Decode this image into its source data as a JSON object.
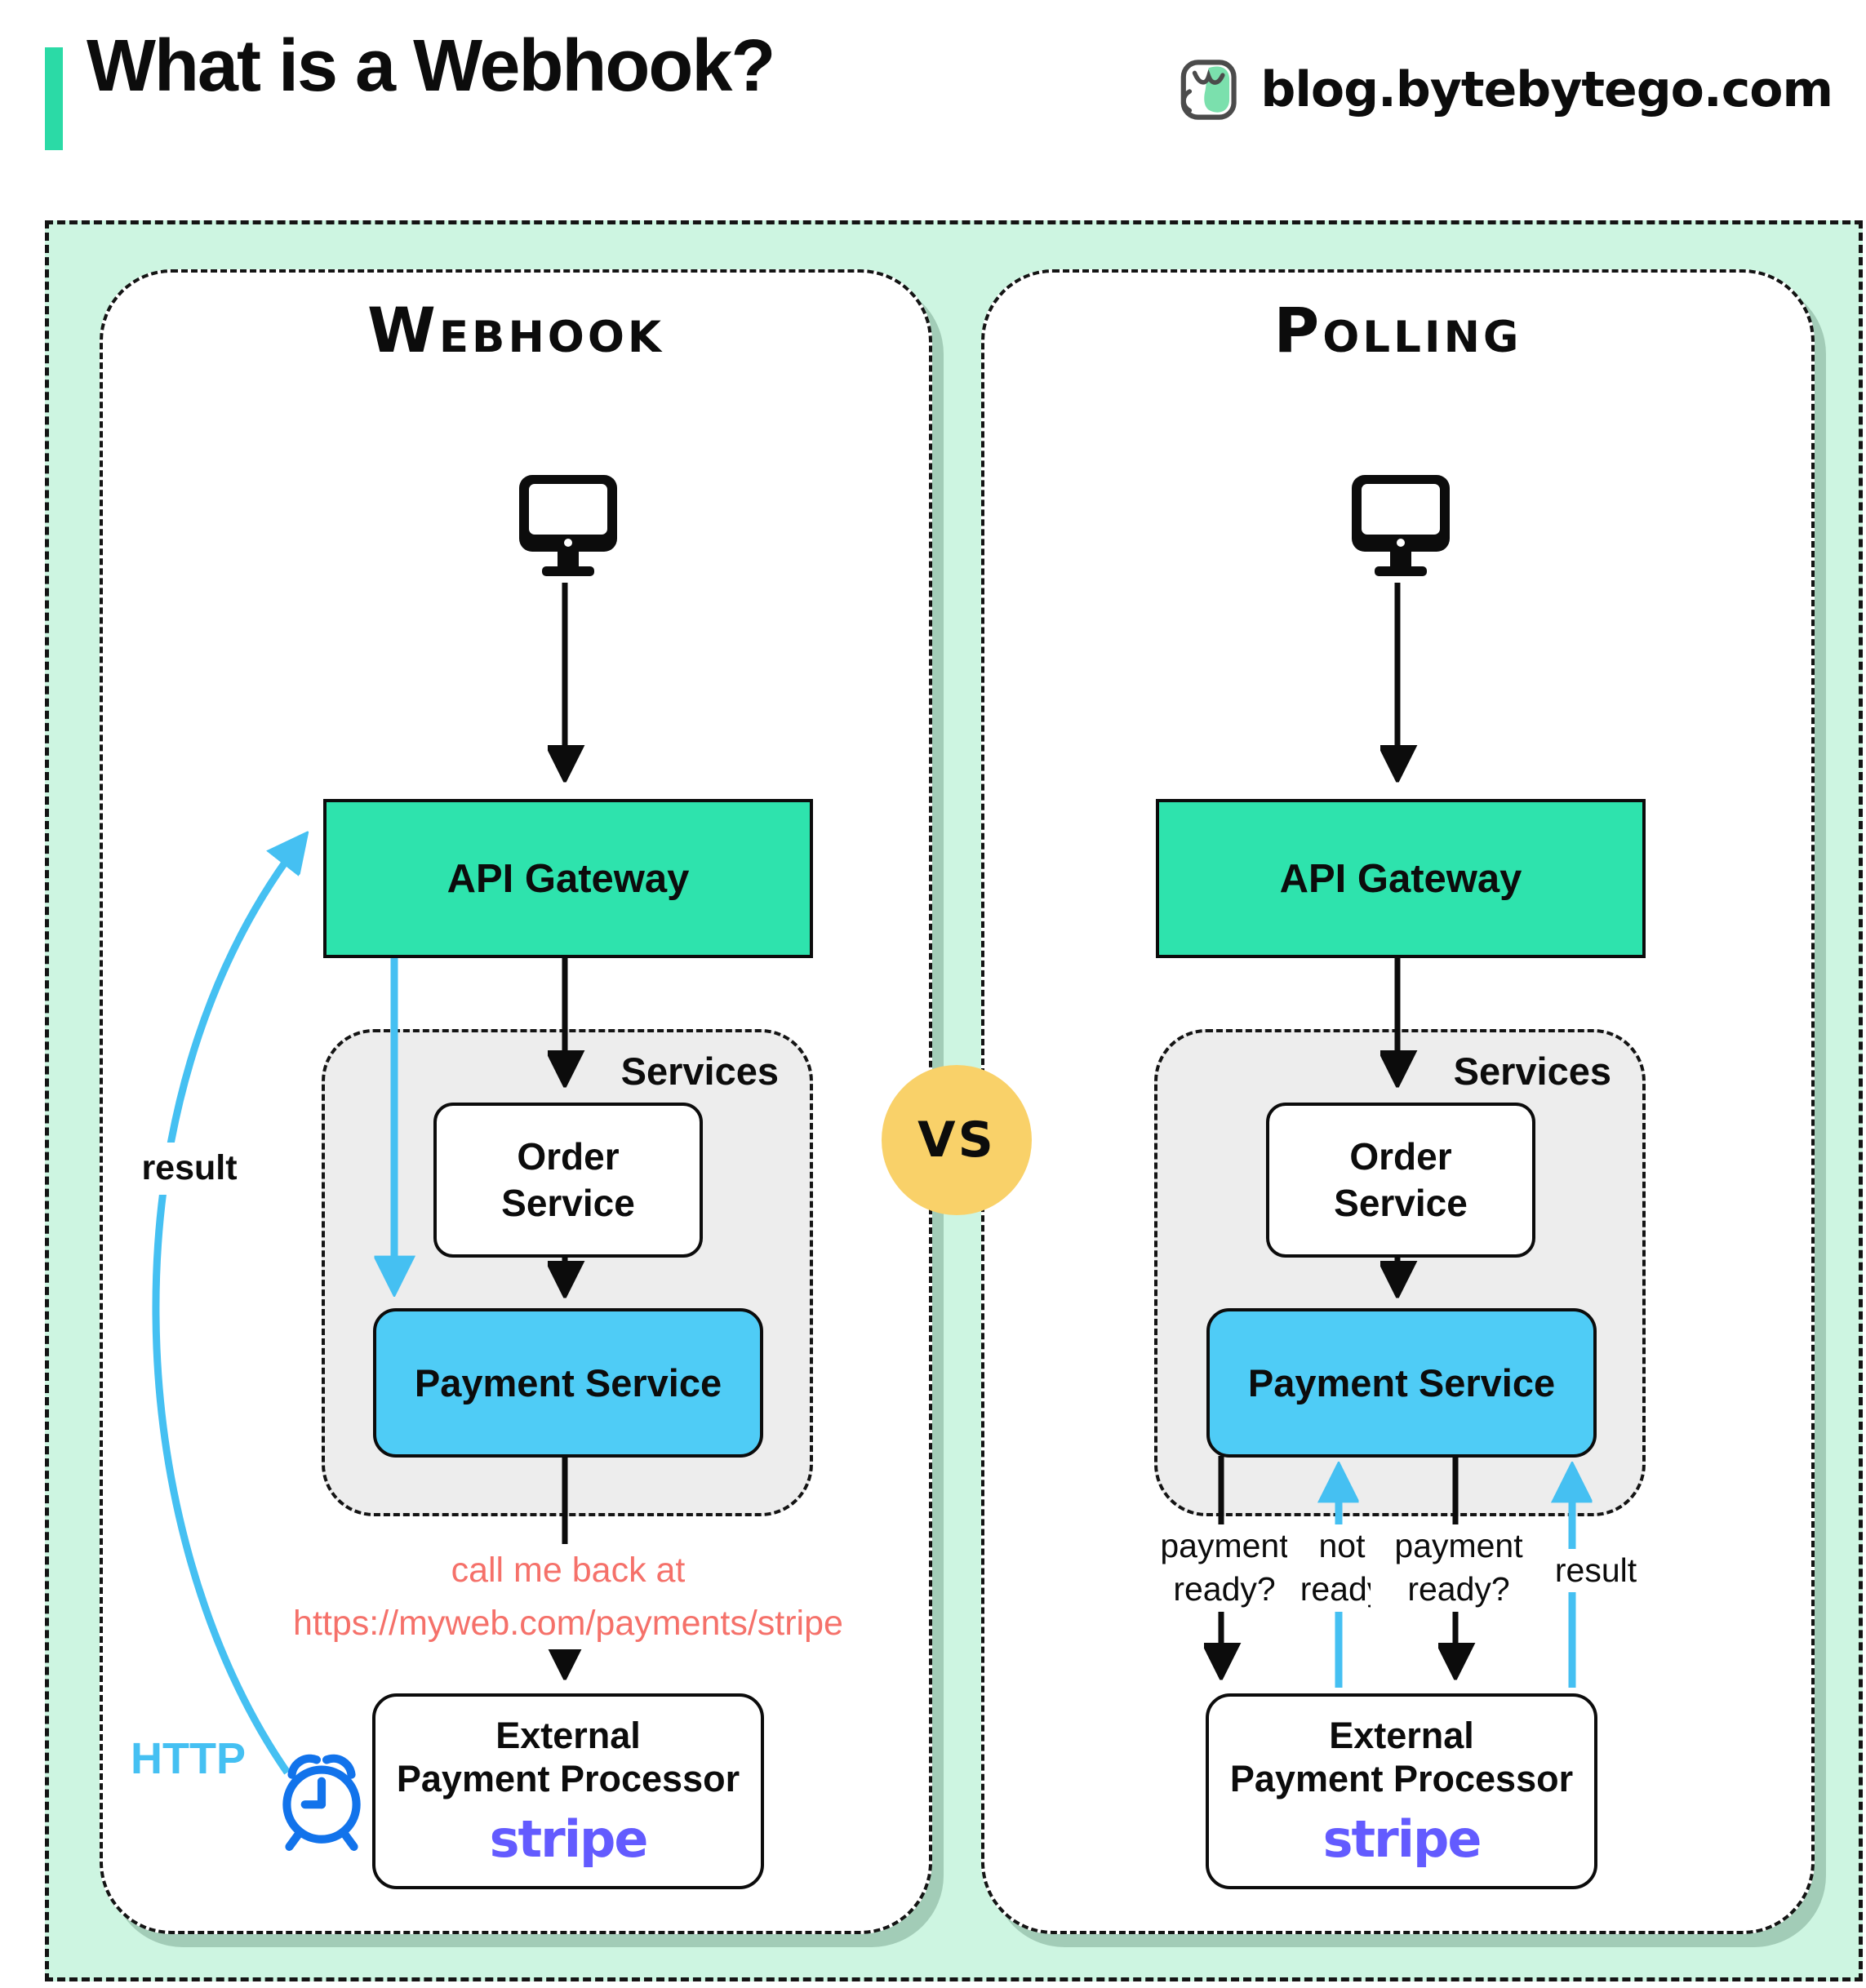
{
  "header": {
    "title": "What is a Webhook?",
    "site": "blog.bytebytego.com"
  },
  "vs_badge": "VS",
  "panels": {
    "webhook": {
      "title": "Webhook",
      "client_icon": "desktop-monitor-icon",
      "api_gateway": "API Gateway",
      "services_label": "Services",
      "order_service": "Order Service",
      "payment_service": "Payment Service",
      "external_processor_line1": "External",
      "external_processor_line2": "Payment Processor",
      "external_brand": "stripe",
      "callback_note_line1": "call me back at",
      "callback_note_line2": "https://myweb.com/payments/stripe",
      "result_label": "result",
      "http_label": "HTTP",
      "timer_icon": "alarm-clock-icon"
    },
    "polling": {
      "title": "Polling",
      "client_icon": "desktop-monitor-icon",
      "api_gateway": "API Gateway",
      "services_label": "Services",
      "order_service": "Order Service",
      "payment_service": "Payment Service",
      "external_processor_line1": "External",
      "external_processor_line2": "Payment Processor",
      "external_brand": "stripe",
      "poll_label_1": "payment ready?",
      "poll_label_2": "not ready",
      "poll_label_3": "payment ready?",
      "poll_label_4": "result"
    }
  },
  "colors": {
    "accent_teal": "#2bdaa6",
    "api_gateway_green": "#2ee3ad",
    "mint_background": "#cdf5e1",
    "payment_blue": "#4fccf6",
    "arrow_blue": "#45c0f2",
    "callback_salmon": "#f5716a",
    "vs_yellow": "#f9d169",
    "stripe_purple": "#635bff",
    "clock_blue": "#1273eb",
    "services_gray": "#ededed",
    "ink": "#0c0c0c"
  }
}
